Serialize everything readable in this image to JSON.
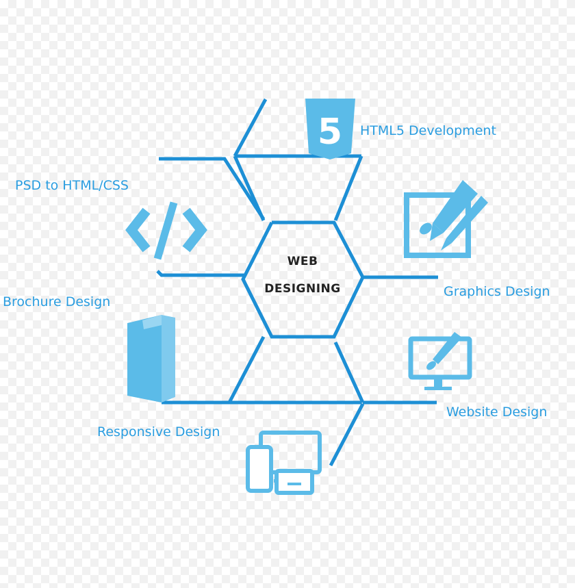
{
  "colors": {
    "line": "#1d8fd5",
    "icon": "#5bbbe8",
    "label": "#2a9de0",
    "center_text": "#222222"
  },
  "center": {
    "line1": "WEB",
    "line2": "DESIGNING"
  },
  "nodes": {
    "html5": {
      "label": "HTML5 Development",
      "icon": "html5-logo-icon",
      "badge": "5"
    },
    "psd": {
      "label": "PSD to HTML/CSS",
      "icon": "code-brackets-icon"
    },
    "graphics": {
      "label": "Graphics Design",
      "icon": "pen-brush-canvas-icon"
    },
    "brochure": {
      "label": "Brochure Design",
      "icon": "brochure-icon"
    },
    "website": {
      "label": "Website Design",
      "icon": "monitor-brush-icon"
    },
    "responsive": {
      "label": "Responsive Design",
      "icon": "devices-icon"
    }
  }
}
